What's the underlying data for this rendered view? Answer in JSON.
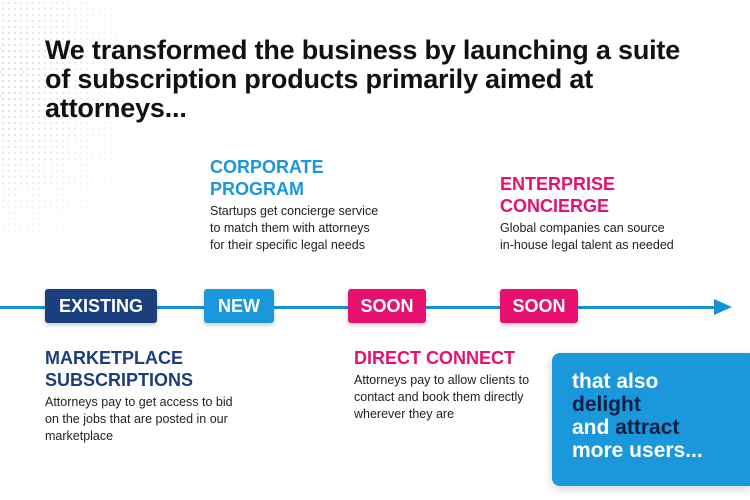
{
  "headline": "We transformed the business by launching a suite of subscription products primarily aimed at attorneys...",
  "colors": {
    "navy": "#1b3e7c",
    "blue": "#1b97db",
    "pink": "#e8106f"
  },
  "timeline": {
    "badges": [
      {
        "label": "EXISTING"
      },
      {
        "label": "NEW"
      },
      {
        "label": "SOON"
      },
      {
        "label": "SOON"
      }
    ]
  },
  "products": {
    "marketplace": {
      "title": "MARKETPLACE SUBSCRIPTIONS",
      "description": "Attorneys pay to get access to bid on the jobs that are posted in our marketplace"
    },
    "corporate": {
      "title": "CORPORATE PROGRAM",
      "description": "Startups get concierge service to match them with attorneys for their specific legal needs"
    },
    "direct_connect": {
      "title": "DIRECT CONNECT",
      "description": "Attorneys pay to allow clients to contact and book them directly wherever they are"
    },
    "enterprise": {
      "title": "ENTERPRISE CONCIERGE",
      "description": "Global companies can source in-house legal talent as needed"
    }
  },
  "callout": {
    "line1": "that also",
    "line2": "delight",
    "line3_a": "and",
    "line3_b": "attract",
    "line4": "more users..."
  }
}
